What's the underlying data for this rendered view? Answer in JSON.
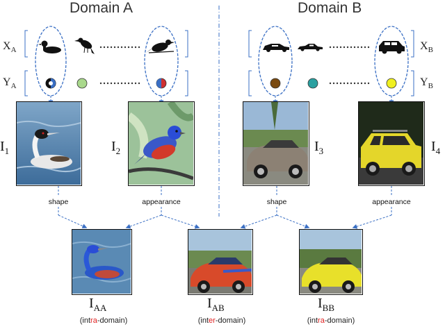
{
  "domains": {
    "a": {
      "title": "Domain A"
    },
    "b": {
      "title": "Domain B"
    }
  },
  "rows": {
    "xa": {
      "main": "X",
      "sub": "A"
    },
    "ya": {
      "main": "Y",
      "sub": "A"
    },
    "xb": {
      "main": "X",
      "sub": "B"
    },
    "yb": {
      "main": "Y",
      "sub": "B"
    }
  },
  "images": {
    "i1": {
      "main": "I",
      "sub": "1"
    },
    "i2": {
      "main": "I",
      "sub": "2"
    },
    "i3": {
      "main": "I",
      "sub": "3"
    },
    "i4": {
      "main": "I",
      "sub": "4"
    },
    "iaa": {
      "main": "I",
      "sub": "AA"
    },
    "iab": {
      "main": "I",
      "sub": "AB"
    },
    "ibb": {
      "main": "I",
      "sub": "BB"
    }
  },
  "arrow_labels": {
    "shape_a": "shape",
    "appearance_a": "appearance",
    "shape_b": "shape",
    "appearance_b": "appearance"
  },
  "outputs": {
    "iaa": {
      "pre": "(int",
      "hl": "ra",
      "post": "-domain)"
    },
    "iab": {
      "pre": "(int",
      "hl": "er",
      "post": "-domain)"
    },
    "ibb": {
      "pre": "(int",
      "hl": "ra",
      "post": "-domain)"
    }
  },
  "colors": {
    "arrow": "#3a6fc4",
    "dots_a": [
      "#111111",
      "#a9d88c"
    ],
    "dots_b": [
      "#7a4a10",
      "#2aa0a0",
      "#f0f020"
    ],
    "highlight": "#e02020"
  }
}
